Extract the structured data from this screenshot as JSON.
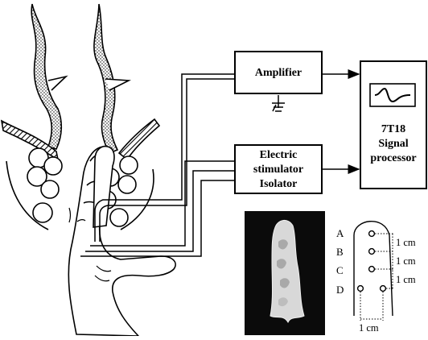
{
  "boxes": {
    "amplifier": "Amplifier",
    "stimulator": [
      "Electric",
      "stimulator",
      "Isolator"
    ],
    "processor": [
      "7T18",
      "Signal",
      "processor"
    ]
  },
  "electrode": {
    "rows": [
      "A",
      "B",
      "C",
      "D"
    ],
    "spacing_labels": [
      "1 cm",
      "1 cm",
      "1 cm"
    ],
    "width_label": "1 cm"
  }
}
